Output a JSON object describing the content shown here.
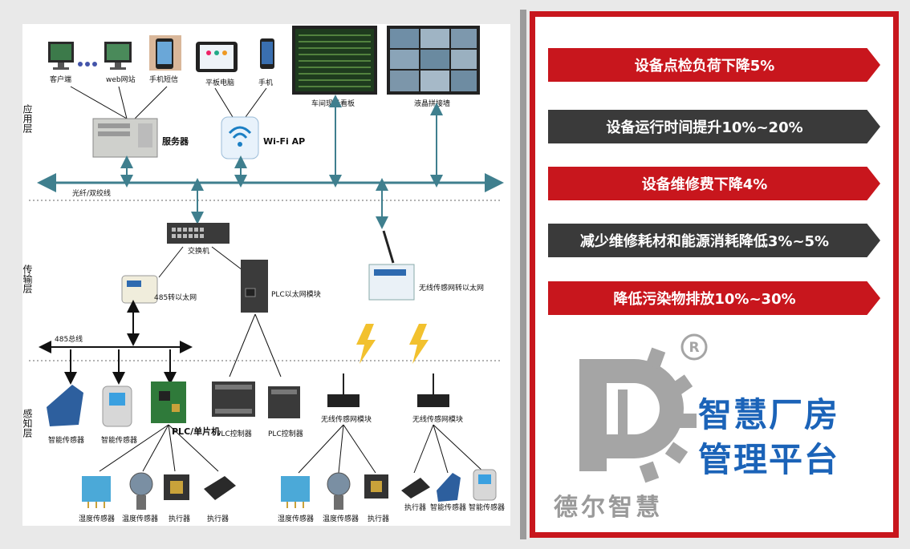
{
  "diagram": {
    "layers": {
      "app": "应用层",
      "trans": "传输层",
      "sense": "感知层"
    },
    "labels": {
      "client": "客户端",
      "web": "web网站",
      "sms": "手机短信",
      "tablet": "平板电脑",
      "phone": "手机",
      "board": "车间现场看板",
      "lcd": "液晶拼接墙",
      "server": "服务器",
      "wifi": "Wi-Fi AP",
      "fiber": "光纤/双绞线",
      "switch": "交换机",
      "rs485eth": "485转以太网",
      "plceth": "PLC以太网模块",
      "wsn_eth": "无线传感网转以太网",
      "bus485": "485总线",
      "smart1": "智能传感器",
      "smart2": "智能传感器",
      "plc_mcu": "PLC/单片机",
      "plc_ctrl1": "PLC控制器",
      "plc_ctrl2": "PLC控制器",
      "wsn_mod1": "无线传感网模块",
      "wsn_mod2": "无线传感网模块",
      "humid1": "湿度传感器",
      "temp1": "温度传感器",
      "act1": "执行器",
      "act2": "执行器",
      "humid2": "湿度传感器",
      "temp2": "温度传感器",
      "act3": "执行器",
      "act4": "执行器",
      "smart3": "智能传感器",
      "smart4": "智能传感器"
    }
  },
  "benefits": [
    "设备点检负荷下降5%",
    "设备运行时间提升10%~20%",
    "设备维修费下降4%",
    "减少维修耗材和能源消耗降低3%~5%",
    "降低污染物排放10%~30%"
  ],
  "logo": {
    "title_line1": "智慧厂房",
    "title_line2": "管理平台",
    "brand": "德尔智慧",
    "registered": "R"
  },
  "colors": {
    "red": "#c8161d",
    "dark": "#3a3a3a",
    "blue": "#1b63b8",
    "gray": "#9a9a9a",
    "teal": "#3f7f8e"
  }
}
